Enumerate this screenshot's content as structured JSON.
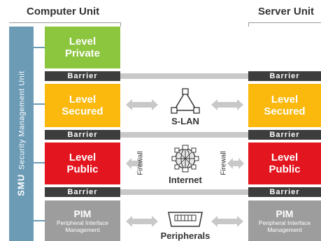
{
  "headers": {
    "left": "Computer Unit",
    "right": "Server Unit"
  },
  "smu": {
    "abbr": "SMU",
    "label": "Security Management Unit"
  },
  "levels": {
    "private": {
      "line1": "Level",
      "line2": "Private",
      "color": "#8cc63f"
    },
    "secured": {
      "line1": "Level",
      "line2": "Secured",
      "color": "#fbb90e"
    },
    "public": {
      "line1": "Level",
      "line2": "Public",
      "color": "#e3151f"
    }
  },
  "pim": {
    "title": "PIM",
    "subtitle_line1": "Peripheral Interface",
    "subtitle_line2": "Management",
    "color": "#9d9d9d"
  },
  "barrier_label": "Barrier",
  "center": {
    "slan": "S-LAN",
    "internet": "Internet",
    "peripherals": "Peripherals",
    "firewall": "Firewall"
  },
  "colors": {
    "smu_bar": "#6c9bb6",
    "barrier": "#3d3d3d",
    "barrier_line": "#c8c8c8",
    "arrow": "#c8c8c8"
  },
  "icons": [
    "triangle-network-icon",
    "globe-network-icon",
    "connector-icon",
    "double-arrow-icon"
  ]
}
